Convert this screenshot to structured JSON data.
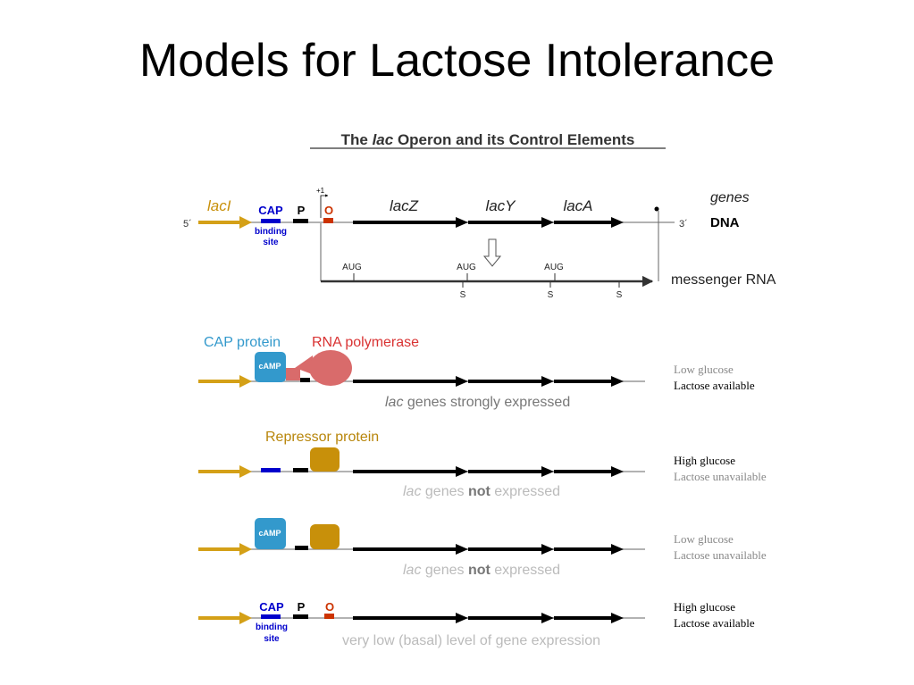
{
  "slide": {
    "title": "Models for Lactose Intolerance"
  },
  "figure": {
    "title_pre": "The ",
    "title_italic": "lac",
    "title_post": " Operon and its Control Elements"
  },
  "top": {
    "five_prime": "5´",
    "three_prime": "3´",
    "laci": "lacI",
    "cap": "CAP",
    "p": "P",
    "o": "O",
    "plus_one": "+1",
    "binding_site_1": "binding",
    "binding_site_2": "site",
    "lacz": "lacZ",
    "lacy": "lacY",
    "laca": "lacA",
    "genes": "genes",
    "dna": "DNA",
    "aug": [
      "AUG",
      "AUG",
      "AUG"
    ],
    "s": [
      "S",
      "S",
      "S"
    ],
    "mrna": "messenger RNA"
  },
  "states": [
    {
      "cap_protein": "CAP protein",
      "rna_polymerase": "RNA polymerase",
      "camp": "cAMP",
      "caption_pre": "lac",
      "caption_post": " genes strongly expressed",
      "condition_1": "Low glucose",
      "condition_2": "Lactose available"
    },
    {
      "repressor_protein": "Repressor protein",
      "caption_pre": "lac",
      "caption_mid": " genes ",
      "caption_bold": "not",
      "caption_post": " expressed",
      "condition_1": "High glucose",
      "condition_2": "Lactose unavailable"
    },
    {
      "camp": "cAMP",
      "caption_pre": "lac",
      "caption_mid": " genes ",
      "caption_bold": "not",
      "caption_post": " expressed",
      "condition_1": "Low glucose",
      "condition_2": "Lactose unavailable"
    },
    {
      "cap": "CAP",
      "p": "P",
      "o": "O",
      "binding_site_1": "binding",
      "binding_site_2": "site",
      "caption": "very low (basal) level of gene expression",
      "condition_1": "High glucose",
      "condition_2": "Lactose available"
    }
  ],
  "colors": {
    "laci_gold": "#d4a017",
    "cap_blue": "#0000cc",
    "operator_red": "#cc3300",
    "cap_protein": "#3399cc",
    "polymerase": "#d96b6b",
    "repressor": "#c8900a",
    "repressor_text": "#b8860b",
    "gray_text": "#888888",
    "light_gray_text": "#bbbbbb"
  }
}
